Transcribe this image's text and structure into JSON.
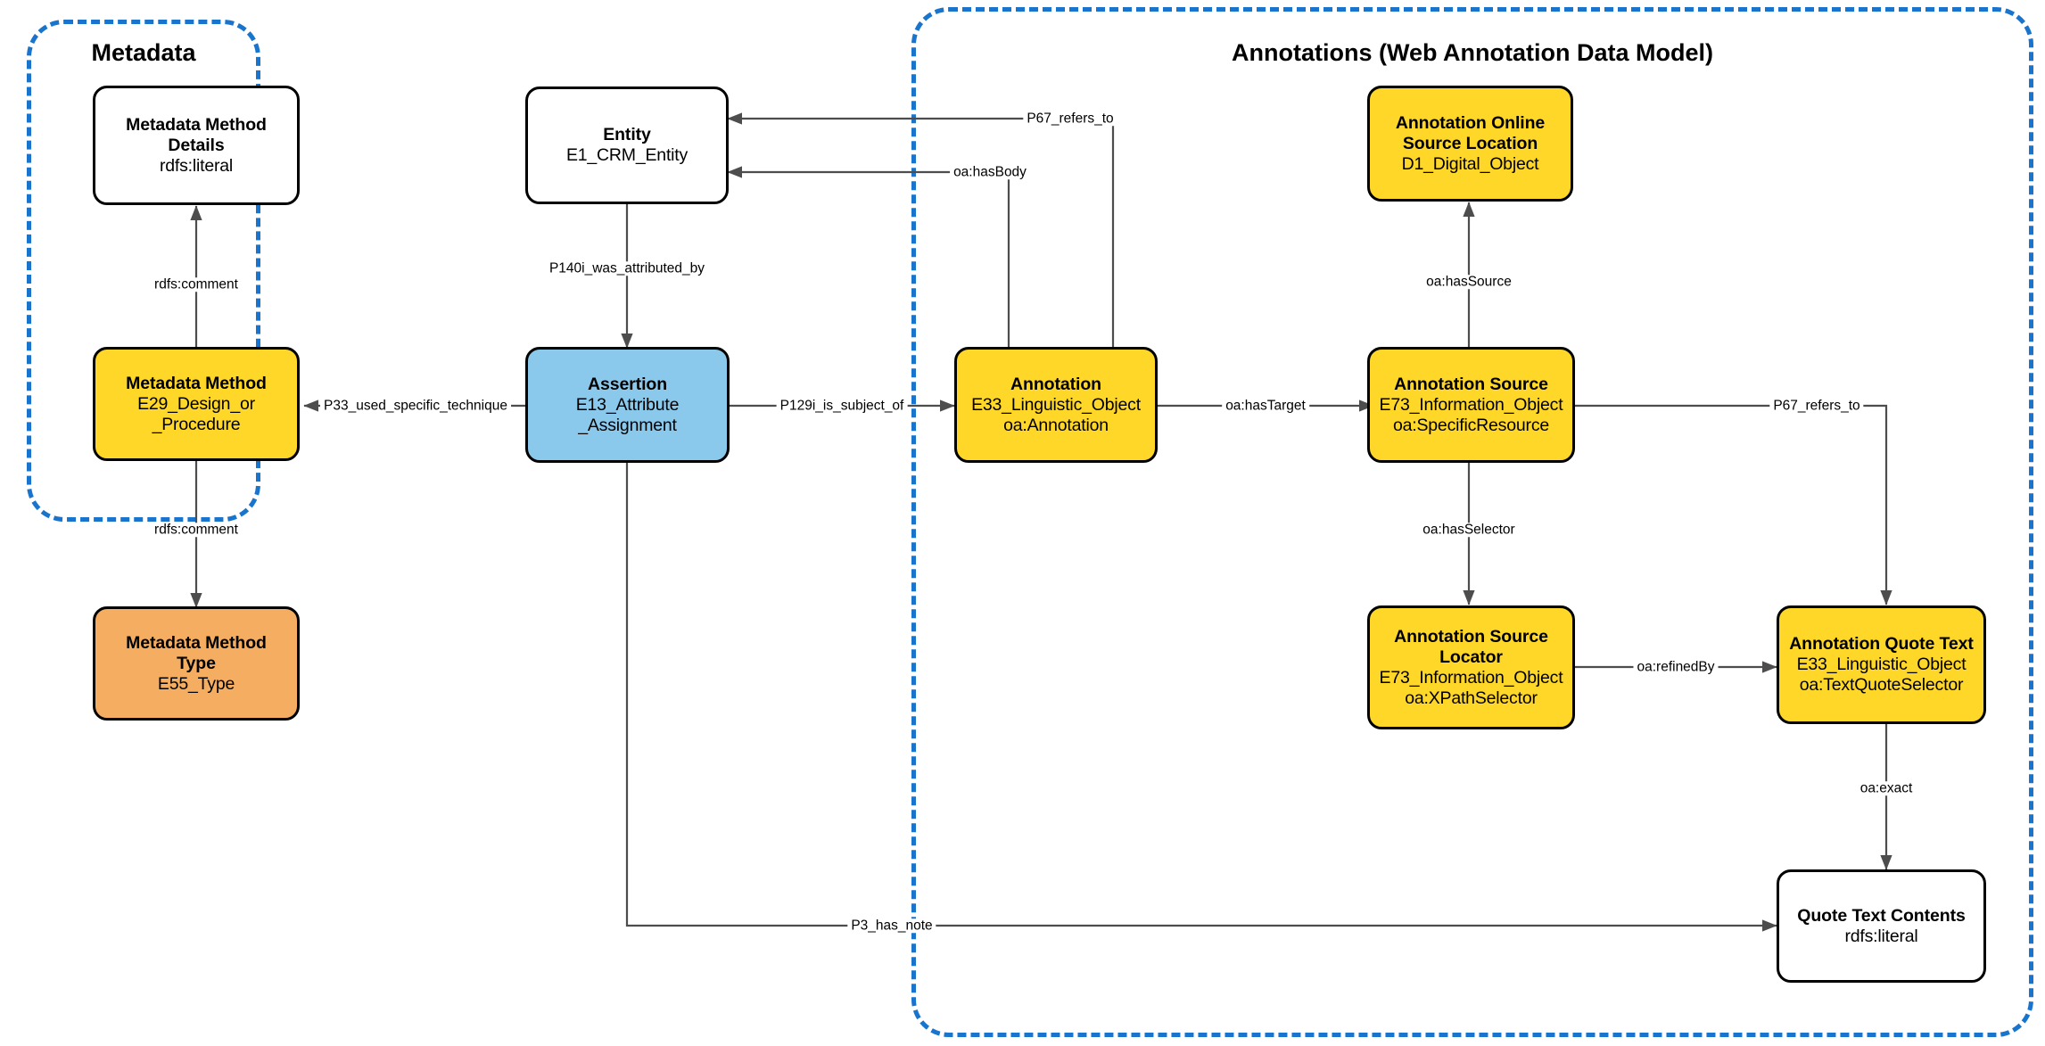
{
  "diagram": {
    "title_present": false,
    "groups": [
      {
        "id": "metadata",
        "label": "Metadata"
      },
      {
        "id": "annotations",
        "label": "Annotations (Web Annotation Data Model)"
      }
    ],
    "colors": {
      "group_border": "#1874CD",
      "node_border": "#000000",
      "yellow": "#FFD728",
      "blue": "#8BC9EC",
      "orange": "#F5AE61",
      "white": "#FFFFFF",
      "edge": "#4D4D4D"
    },
    "nodes": [
      {
        "id": "metadata-method-details",
        "title": "Metadata Method\nDetails",
        "subtitle": "rdfs:literal",
        "fill": "white"
      },
      {
        "id": "metadata-method",
        "title": "Metadata Method",
        "subtitle": "E29_Design_or\n_Procedure",
        "fill": "yellow"
      },
      {
        "id": "metadata-method-type",
        "title": "Metadata Method\nType",
        "subtitle": "E55_Type",
        "fill": "orange"
      },
      {
        "id": "entity",
        "title": "Entity",
        "subtitle": "E1_CRM_Entity",
        "fill": "white"
      },
      {
        "id": "assertion",
        "title": "Assertion",
        "subtitle": "E13_Attribute\n_Assignment",
        "fill": "blue"
      },
      {
        "id": "annotation",
        "title": "Annotation",
        "subtitle": "E33_Linguistic_Object\noa:Annotation",
        "fill": "yellow"
      },
      {
        "id": "annotation-online-source-location",
        "title": "Annotation Online\nSource Location",
        "subtitle": "D1_Digital_Object",
        "fill": "yellow"
      },
      {
        "id": "annotation-source",
        "title": "Annotation Source",
        "subtitle": "E73_Information_Object\noa:SpecificResource",
        "fill": "yellow"
      },
      {
        "id": "annotation-source-locator",
        "title": "Annotation Source\nLocator",
        "subtitle": "E73_Information_Object\noa:XPathSelector",
        "fill": "yellow"
      },
      {
        "id": "annotation-quote-text",
        "title": "Annotation Quote Text",
        "subtitle": "E33_Linguistic_Object\noa:TextQuoteSelector",
        "fill": "yellow"
      },
      {
        "id": "quote-text-contents",
        "title": "Quote Text Contents",
        "subtitle": "rdfs:literal",
        "fill": "white"
      }
    ],
    "edges": [
      {
        "id": "e1",
        "from": "metadata-method",
        "to": "metadata-method-details",
        "label": "rdfs:comment"
      },
      {
        "id": "e2",
        "from": "metadata-method",
        "to": "metadata-method-type",
        "label": "rdfs:comment"
      },
      {
        "id": "e3",
        "from": "assertion",
        "to": "metadata-method",
        "label": "P33_used_specific_technique"
      },
      {
        "id": "e4",
        "from": "entity",
        "to": "assertion",
        "label": "P140i_was_attributed_by"
      },
      {
        "id": "e5",
        "from": "assertion",
        "to": "annotation",
        "label": "P129i_is_subject_of"
      },
      {
        "id": "e6",
        "from": "annotation",
        "to": "entity",
        "label": "oa:hasBody"
      },
      {
        "id": "e7",
        "from": "annotation",
        "to": "entity",
        "label": "P67_refers_to"
      },
      {
        "id": "e8",
        "from": "annotation",
        "to": "annotation-source",
        "label": "oa:hasTarget"
      },
      {
        "id": "e9",
        "from": "annotation-source",
        "to": "annotation-online-source-location",
        "label": "oa:hasSource"
      },
      {
        "id": "e10",
        "from": "annotation-source",
        "to": "annotation-source-locator",
        "label": "oa:hasSelector"
      },
      {
        "id": "e11",
        "from": "annotation-source",
        "to": "annotation-quote-text",
        "label": "P67_refers_to"
      },
      {
        "id": "e12",
        "from": "annotation-source-locator",
        "to": "annotation-quote-text",
        "label": "oa:refinedBy"
      },
      {
        "id": "e13",
        "from": "annotation-quote-text",
        "to": "quote-text-contents",
        "label": "oa:exact"
      },
      {
        "id": "e14",
        "from": "assertion",
        "to": "quote-text-contents",
        "label": "P3_has_note"
      }
    ]
  }
}
